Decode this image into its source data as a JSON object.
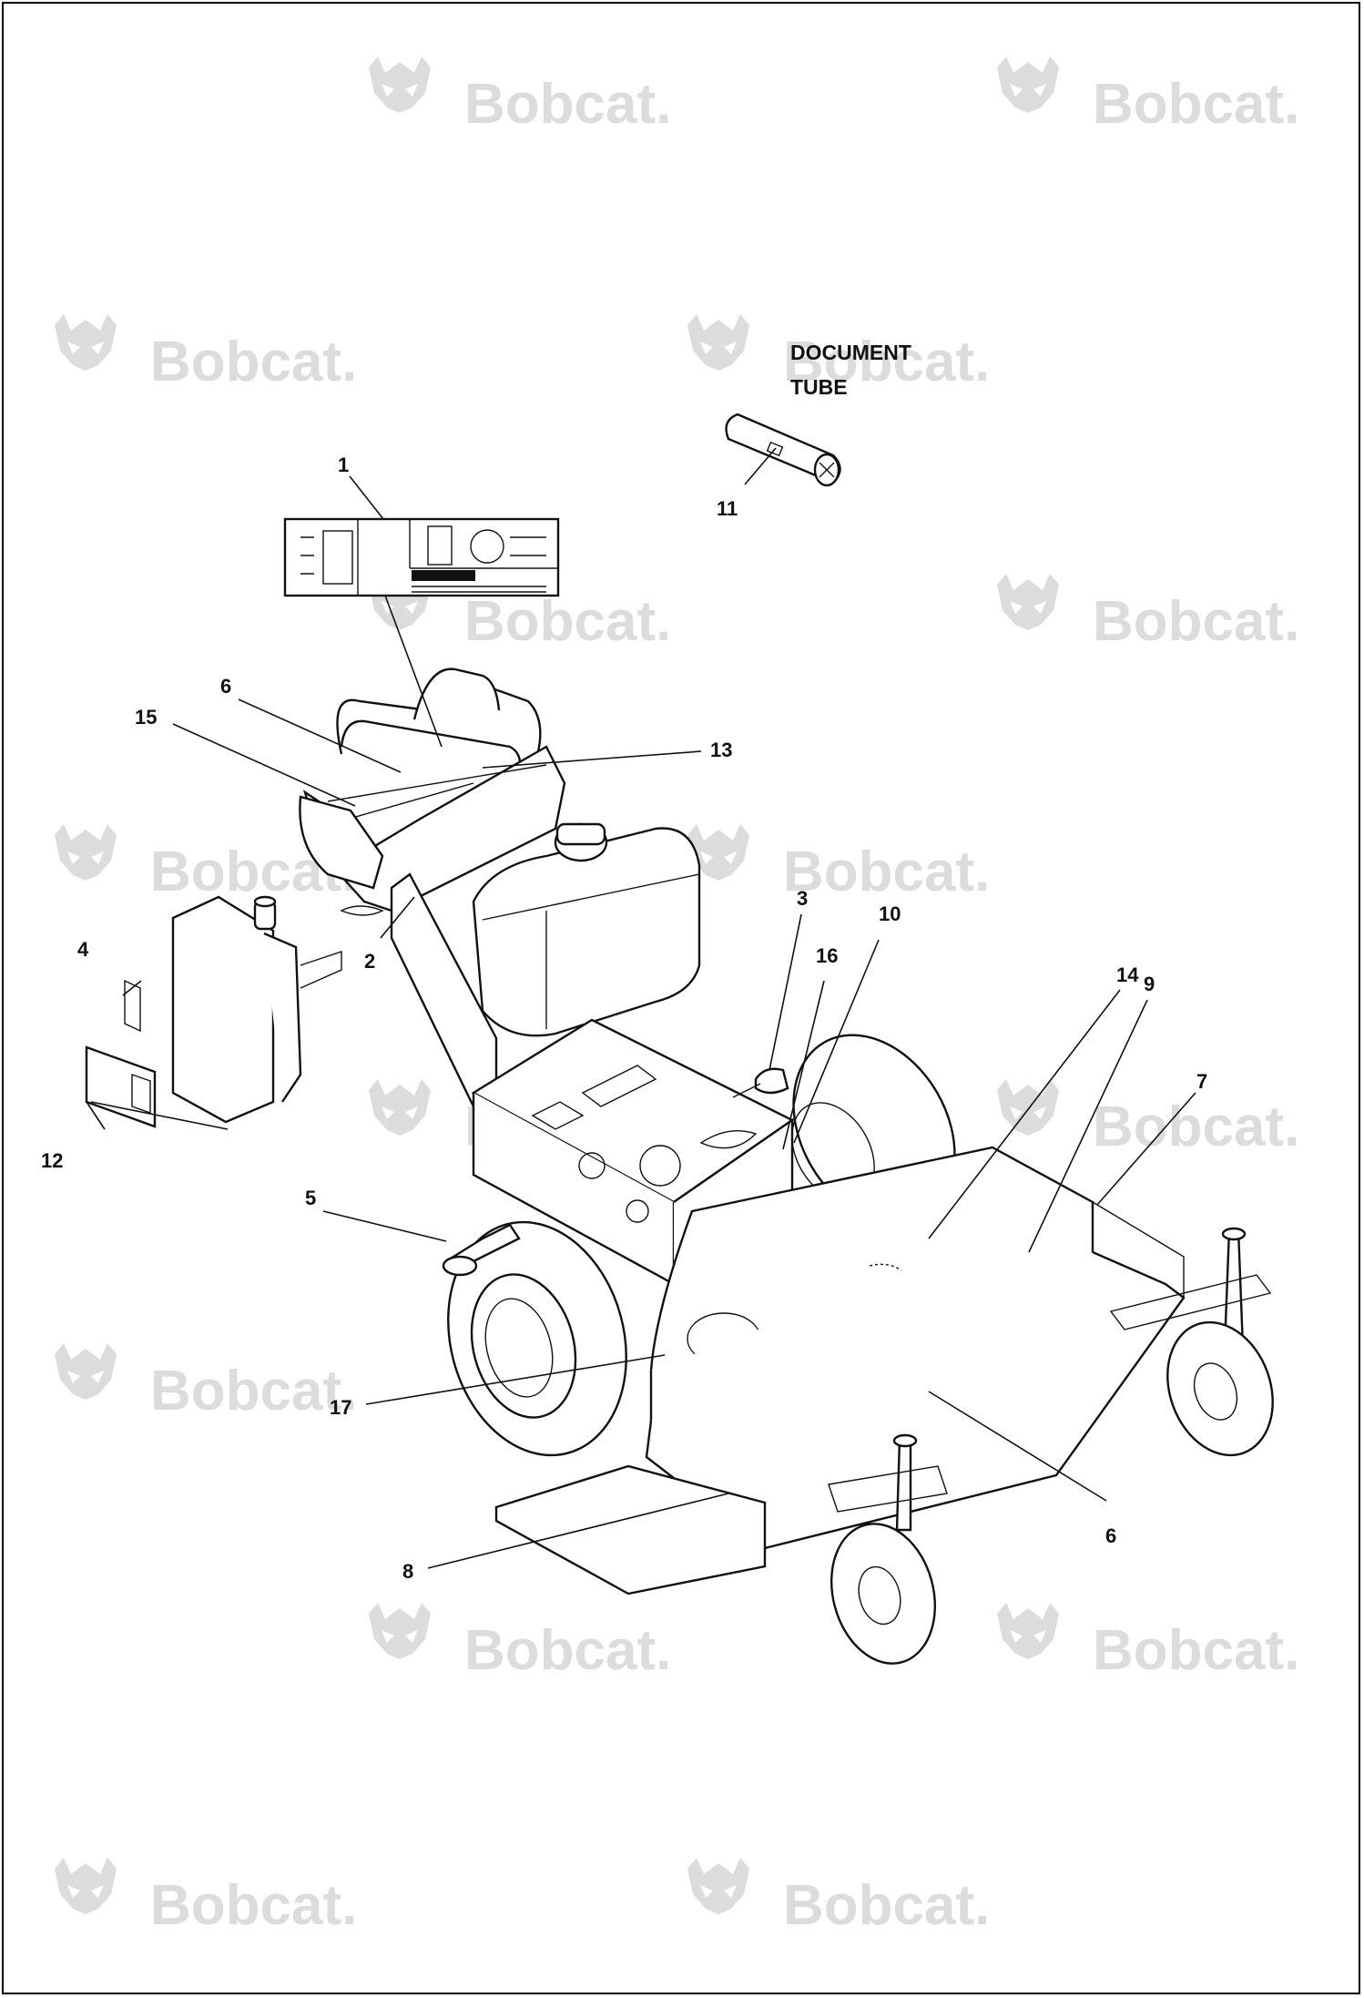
{
  "watermark": {
    "brand": "Bobcat",
    "color": "#dcdcdc"
  },
  "document_tube_label": [
    "DOCUMENT",
    "TUBE"
  ],
  "callouts": [
    {
      "id": "c1",
      "text": "1"
    },
    {
      "id": "c2",
      "text": "2"
    },
    {
      "id": "c3",
      "text": "3"
    },
    {
      "id": "c4",
      "text": "4"
    },
    {
      "id": "c5",
      "text": "5"
    },
    {
      "id": "c6a",
      "text": "6"
    },
    {
      "id": "c6b",
      "text": "6"
    },
    {
      "id": "c7",
      "text": "7"
    },
    {
      "id": "c8",
      "text": "8"
    },
    {
      "id": "c9",
      "text": "9"
    },
    {
      "id": "c10",
      "text": "10"
    },
    {
      "id": "c11",
      "text": "11"
    },
    {
      "id": "c12",
      "text": "12"
    },
    {
      "id": "c13",
      "text": "13"
    },
    {
      "id": "c14",
      "text": "14"
    },
    {
      "id": "c15",
      "text": "15"
    },
    {
      "id": "c16",
      "text": "16"
    },
    {
      "id": "c17",
      "text": "17"
    }
  ]
}
